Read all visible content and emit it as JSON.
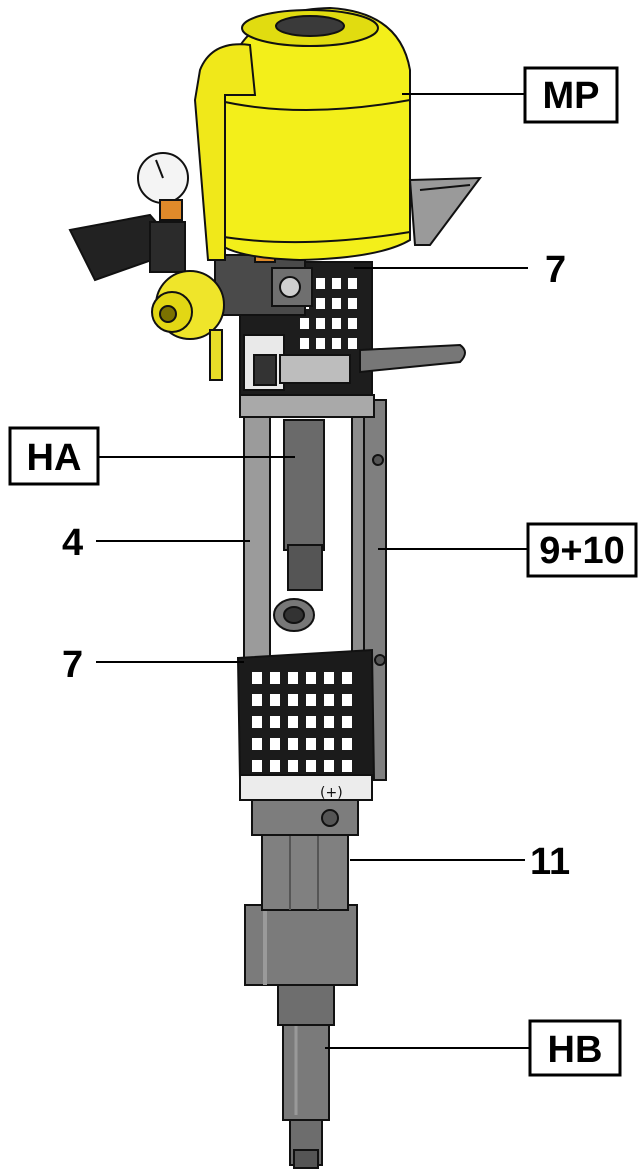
{
  "callouts": {
    "mp": "MP",
    "seven_top": "7",
    "ha": "HA",
    "four": "4",
    "nine_ten": "9+10",
    "seven_mid": "7",
    "eleven": "11",
    "hb": "HB"
  },
  "colors": {
    "motor_yellow": "#f3ef1a",
    "motor_yellow_dark": "#d8d000",
    "steel_gray": "#8d8d8d",
    "steel_dark": "#5e5e5e",
    "cage_black": "#1a1a1a",
    "white_ring": "#e9e9e9",
    "gauge_face": "#f4f4f4",
    "regulator_black": "#222222"
  }
}
